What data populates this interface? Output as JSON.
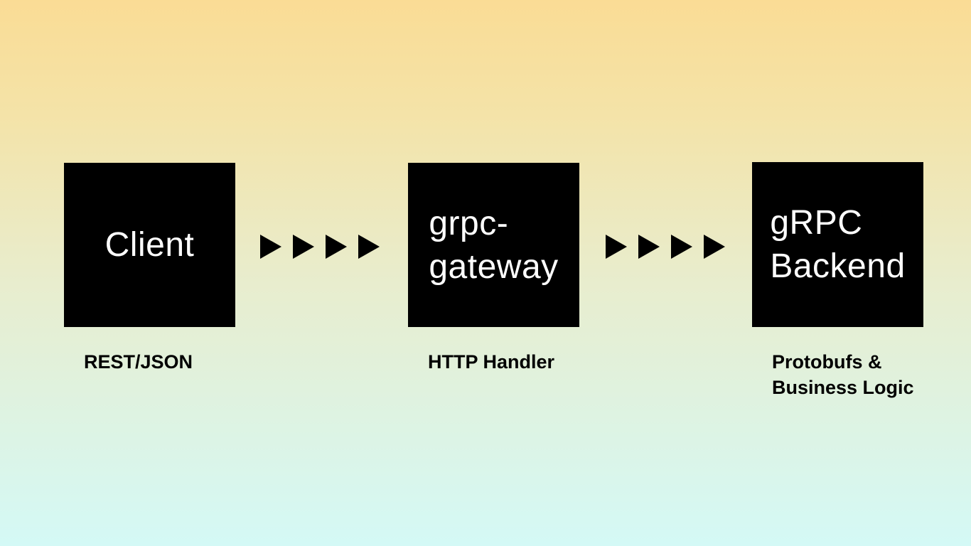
{
  "page": {
    "type": "architecture-diagram-slide"
  },
  "colors": {
    "background_top": "#fadc95",
    "background_upper_mid": "#f4e3a8",
    "background_mid": "#e8edce",
    "background_bottom": "#d4f9f6",
    "node_background": "#000000",
    "node_text": "#ffffff",
    "caption_text": "#000000",
    "arrow_color": "#000000"
  },
  "diagram": {
    "nodes": [
      {
        "title_lines": [
          "Client"
        ],
        "caption_lines": [
          "REST/JSON"
        ]
      },
      {
        "title_lines": [
          "grpc-",
          "gateway"
        ],
        "caption_lines": [
          "HTTP Handler"
        ]
      },
      {
        "title_lines": [
          "gRPC",
          "Backend"
        ],
        "caption_lines": [
          "Protobufs &",
          "Business Logic"
        ]
      }
    ],
    "arrow_groups": [
      {
        "triangles": 4,
        "direction": "right"
      },
      {
        "triangles": 4,
        "direction": "right"
      }
    ]
  }
}
